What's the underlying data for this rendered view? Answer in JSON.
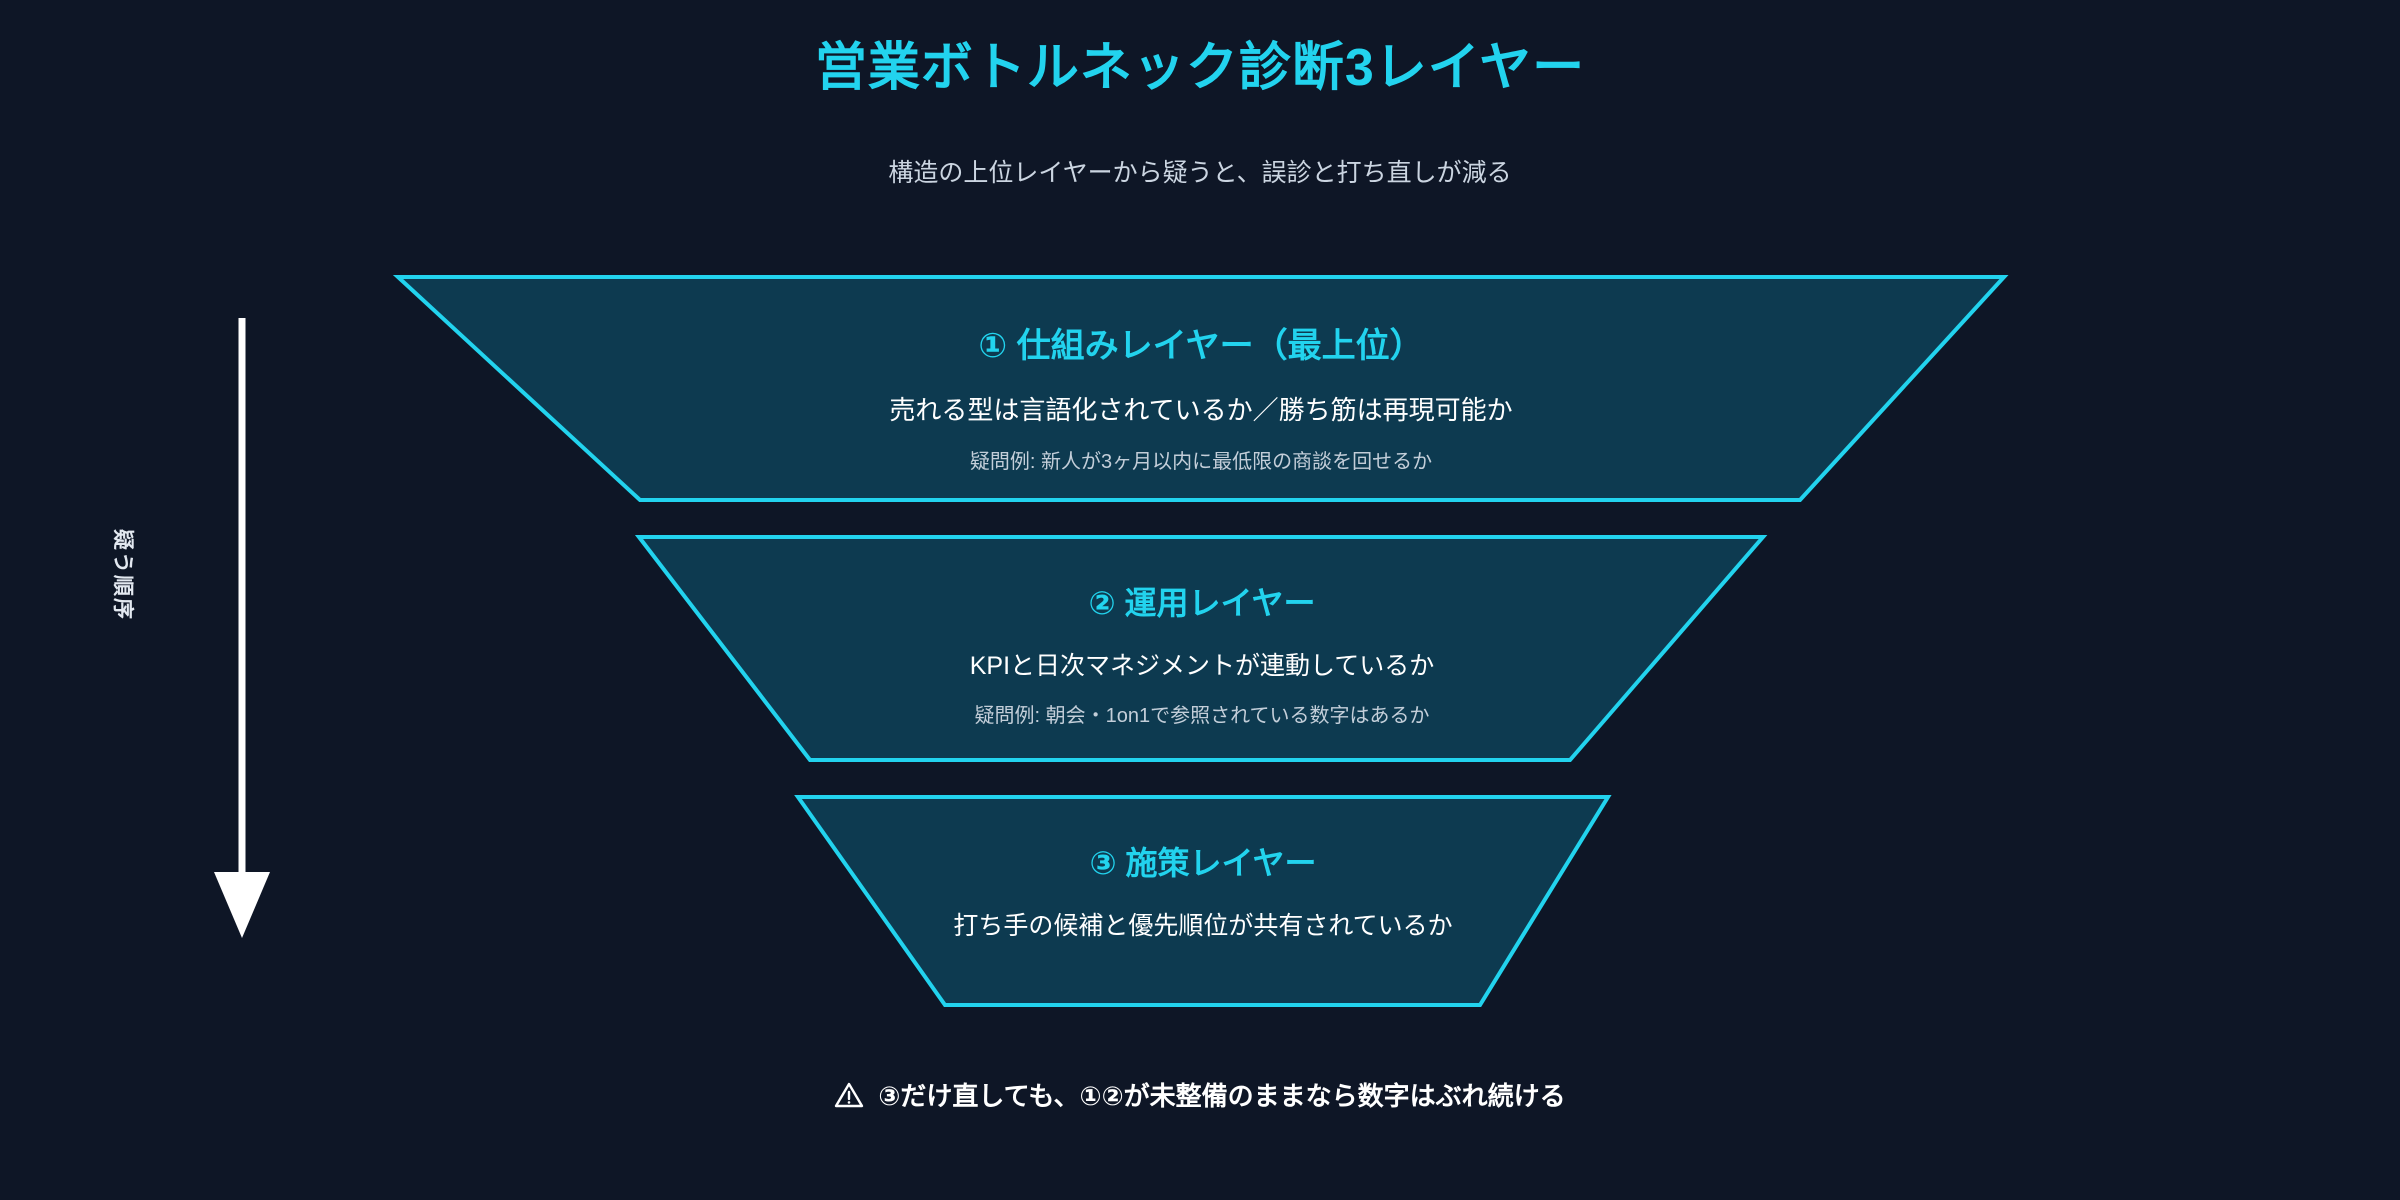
{
  "header": {
    "title": "営業ボトルネック診断3レイヤー",
    "subtitle": "構造の上位レイヤーから疑うと、誤診と打ち直しが減る"
  },
  "order_axis": {
    "label": "疑う順序",
    "arrow_icon": "arrow-down-icon",
    "arrow_color": "#ffffff",
    "direction": "down"
  },
  "funnel": {
    "accent": "#22d3ee",
    "fill": "#0d3a50",
    "layers": [
      {
        "index": "①",
        "title": "① 仕組みレイヤー（最上位）",
        "desc": "売れる型は言語化されているか／勝ち筋は再現可能か",
        "hint": "疑問例: 新人が3ヶ月以内に最低限の商談を回せるか"
      },
      {
        "index": "②",
        "title": "② 運用レイヤー",
        "desc": "KPIと日次マネジメントが連動しているか",
        "hint": "疑問例: 朝会・1on1で参照されている数字はあるか"
      },
      {
        "index": "③",
        "title": "③ 施策レイヤー",
        "desc": "打ち手の候補と優先順位が共有されているか",
        "hint": ""
      }
    ]
  },
  "footer": {
    "warning_icon": "warning-triangle-icon",
    "note": "③だけ直しても、①②が未整備のままなら数字はぶれ続ける"
  },
  "colors": {
    "background": "#0e1626",
    "accent_cyan": "#22d3ee",
    "layer_fill": "#0d3a50",
    "text_primary": "#ffffff",
    "text_muted": "#cbd5e1"
  }
}
